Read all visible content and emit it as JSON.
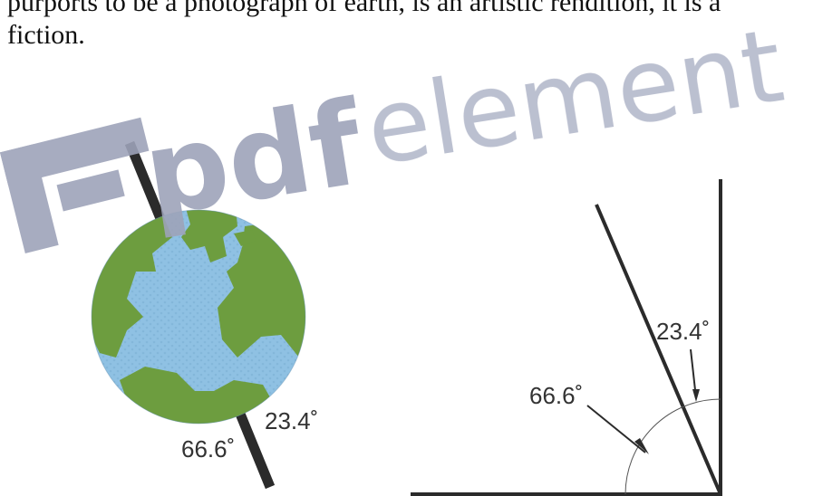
{
  "document": {
    "lines": [
      "purports to be a photograph of earth, is an artistic rendition, it is a",
      "fiction."
    ]
  },
  "figure_left": {
    "label_a": "23.4˚",
    "label_b": "66.6˚"
  },
  "figure_right": {
    "label_a": "23.4˚",
    "label_b": "66.6˚"
  },
  "watermark": {
    "brand_bold": "pdf",
    "brand_light": "element",
    "color": "#9ea3b9"
  },
  "colors": {
    "ocean": "#8fc1e3",
    "land": "#6d9d3f",
    "axis": "#2b2b2b"
  }
}
